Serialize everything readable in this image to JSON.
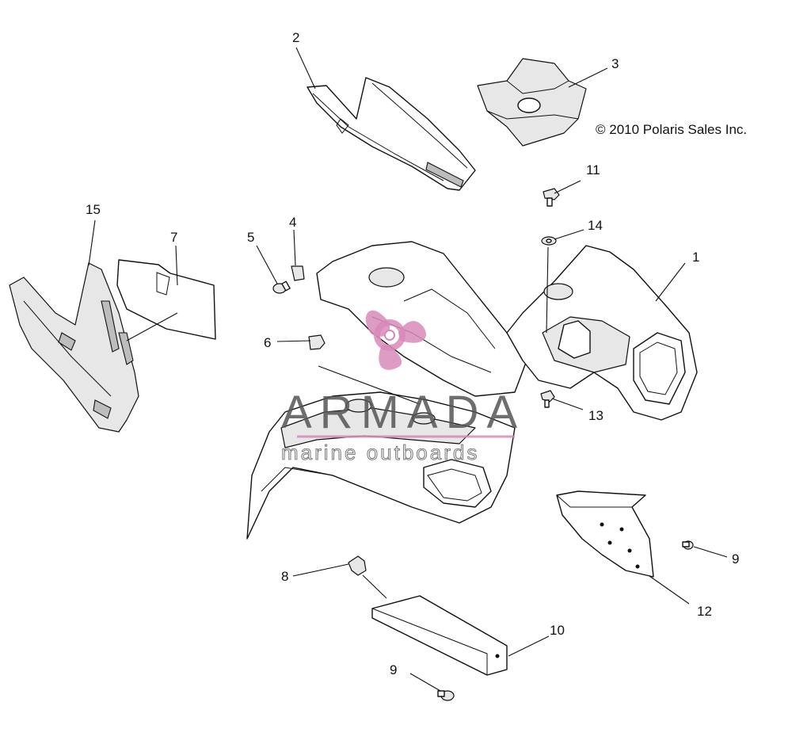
{
  "copyright": "© 2010 Polaris Sales Inc.",
  "watermark": {
    "brand": "ARMADA",
    "tagline": "marine outboards",
    "color": "#d88ab8"
  },
  "callouts": [
    {
      "label": "1"
    },
    {
      "label": "2"
    },
    {
      "label": "3"
    },
    {
      "label": "4"
    },
    {
      "label": "5"
    },
    {
      "label": "6"
    },
    {
      "label": "7"
    },
    {
      "label": "8"
    },
    {
      "label": "9"
    },
    {
      "label": "9"
    },
    {
      "label": "10"
    },
    {
      "label": "11"
    },
    {
      "label": "12"
    },
    {
      "label": "13"
    },
    {
      "label": "14"
    },
    {
      "label": "15"
    }
  ]
}
